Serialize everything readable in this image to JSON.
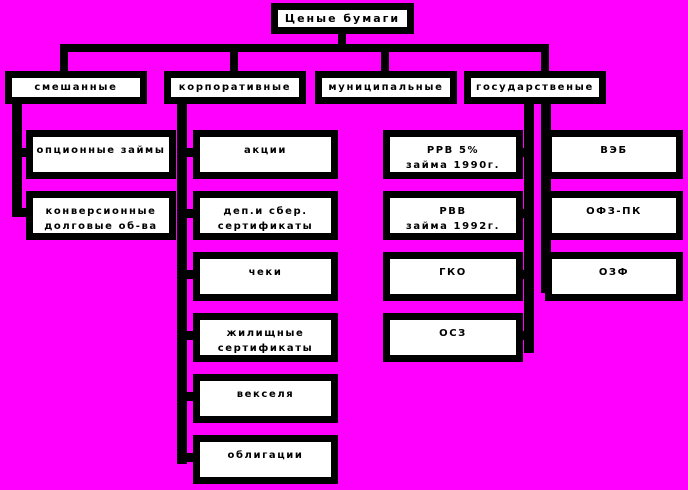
{
  "diagram": {
    "title": "Ценые бумаги",
    "background_color": "#ff00ff",
    "box_fill_color": "#ffffff",
    "box_border_color": "#000000",
    "type": "tree",
    "root": {
      "label": "Ценые бумаги"
    },
    "categories": [
      {
        "label": "смешанные",
        "children": [
          {
            "label": "опционные займы"
          },
          {
            "label": "конверсионные\nдолговые об-ва"
          }
        ]
      },
      {
        "label": "корпоративные",
        "children": [
          {
            "label": "акции"
          },
          {
            "label": "деп.и сбер.\nсертификаты"
          },
          {
            "label": "чеки"
          },
          {
            "label": "жилищные\nсертификаты"
          },
          {
            "label": "векселя"
          },
          {
            "label": "облигации"
          }
        ]
      },
      {
        "label": "муниципальные",
        "children": [
          {
            "label": "РРВ 5%\nзайма 1990г."
          },
          {
            "label": "РВВ\nзайма 1992г."
          },
          {
            "label": "ГКО"
          },
          {
            "label": "ОСЗ"
          }
        ]
      },
      {
        "label": "государственые",
        "children": [
          {
            "label": "ВЭБ"
          },
          {
            "label": "ОФЗ-ПК"
          },
          {
            "label": "ОЗФ"
          }
        ]
      }
    ]
  }
}
